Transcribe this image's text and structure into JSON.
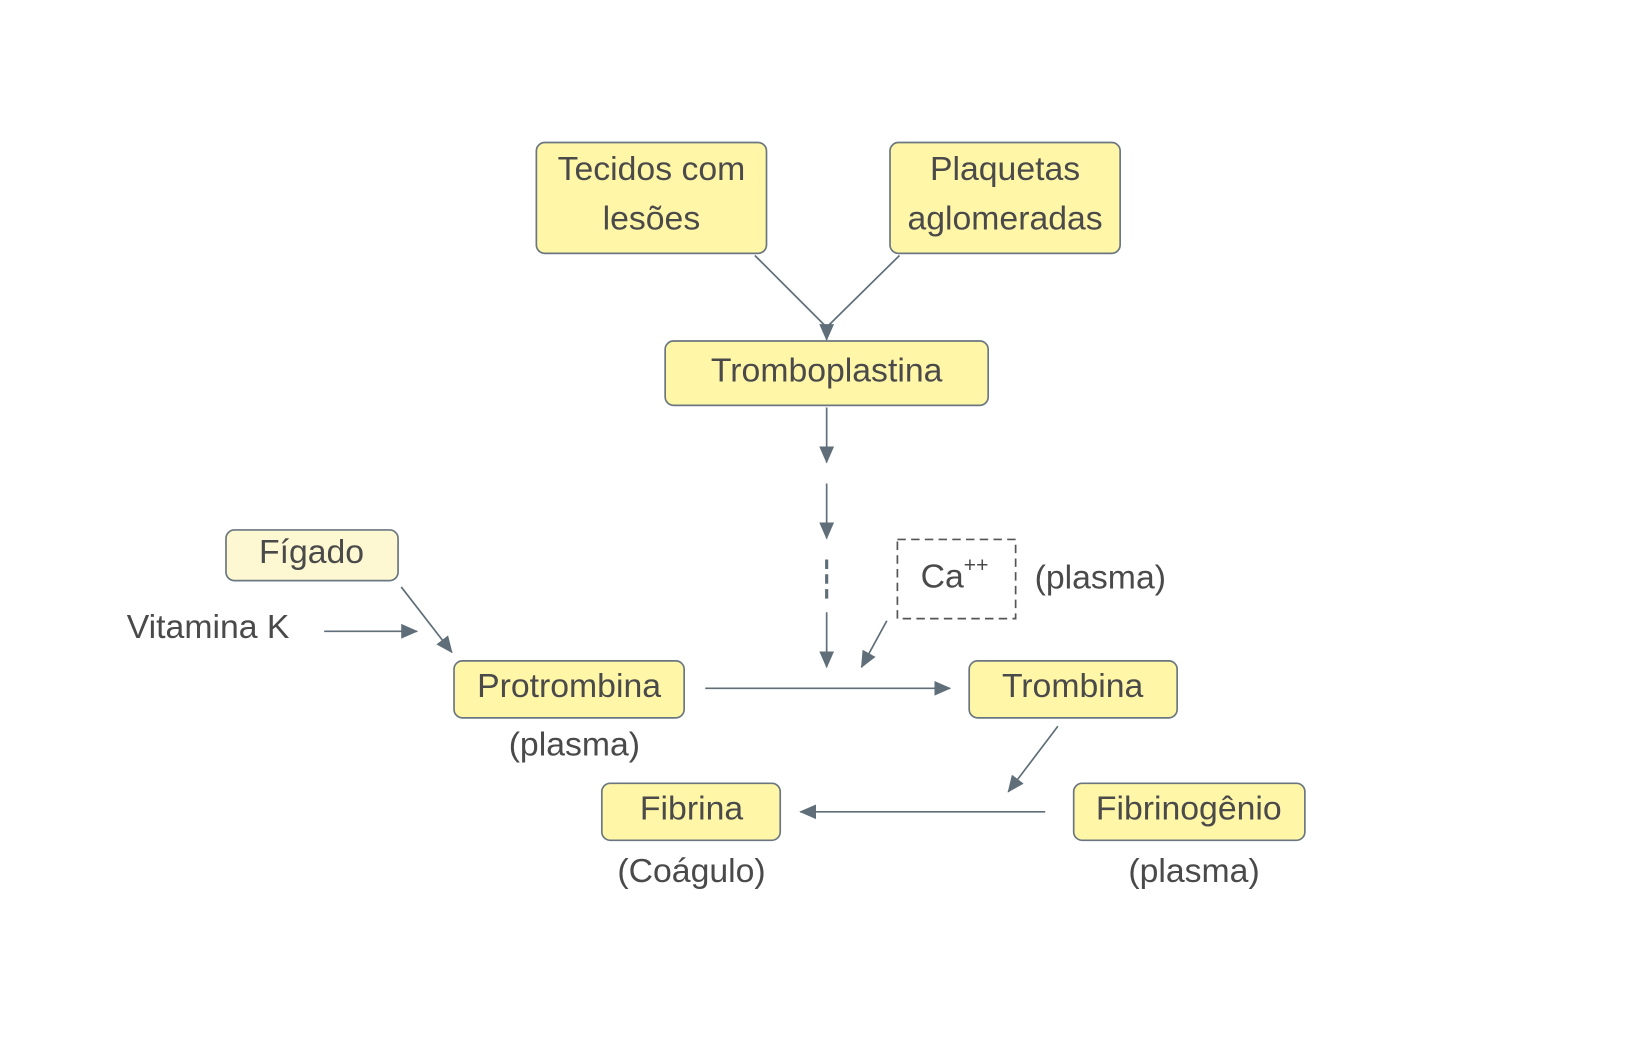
{
  "nodes": {
    "tecidos": [
      "Tecidos com",
      "lesões"
    ],
    "plaquetas": [
      "Plaquetas",
      "aglomeradas"
    ],
    "tromboplastina": "Tromboplastina",
    "figado": "Fígado",
    "vitamina_k": "Vitamina K",
    "protrombina": "Protrombina",
    "protrombina_note": "(plasma)",
    "calcio": "Ca",
    "calcio_sup": "++",
    "calcio_note": "(plasma)",
    "trombina": "Trombina",
    "fibrinogenio": "Fibrinogênio",
    "fibrinogenio_note": "(plasma)",
    "fibrina": "Fibrina",
    "fibrina_note": "(Coágulo)"
  },
  "colors": {
    "box_fill": "#fff6a8",
    "box_fill_light": "#fdf8d2",
    "box_stroke": "#6b7780",
    "arrow": "#5f6e78",
    "text": "#4a4a4a"
  }
}
